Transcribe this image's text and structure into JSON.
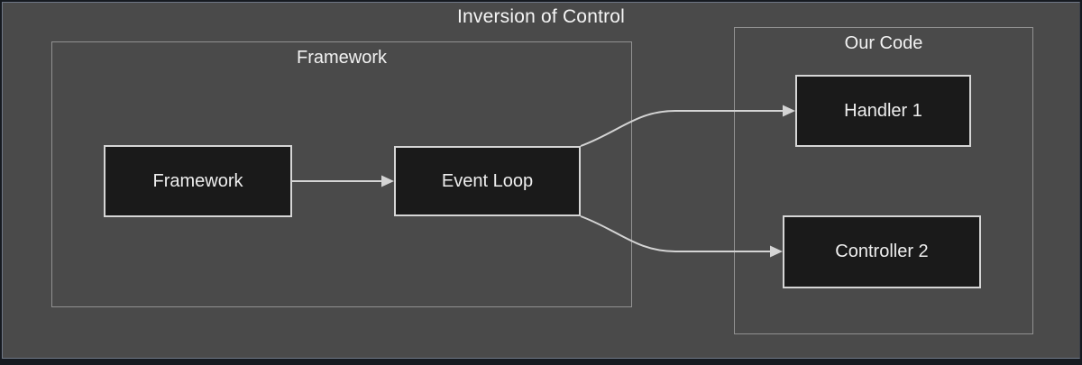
{
  "title": "Inversion of Control",
  "groups": {
    "framework": {
      "label": "Framework"
    },
    "our_code": {
      "label": "Our Code"
    }
  },
  "nodes": {
    "framework": {
      "label": "Framework"
    },
    "event_loop": {
      "label": "Event Loop"
    },
    "handler1": {
      "label": "Handler 1"
    },
    "controller2": {
      "label": "Controller 2"
    }
  },
  "edges": [
    {
      "from": "Framework",
      "to": "Event Loop"
    },
    {
      "from": "Event Loop",
      "to": "Handler 1"
    },
    {
      "from": "Event Loop",
      "to": "Controller 2"
    }
  ],
  "colors": {
    "canvas_background": "#4a4a4a",
    "frame_background": "#161a20",
    "frame_line": "#6f7886",
    "group_border": "#919191",
    "node_background": "#1a1a1a",
    "node_border": "#d6d6d6",
    "text": "#f2f2f2",
    "connector": "#d4d4d4"
  }
}
